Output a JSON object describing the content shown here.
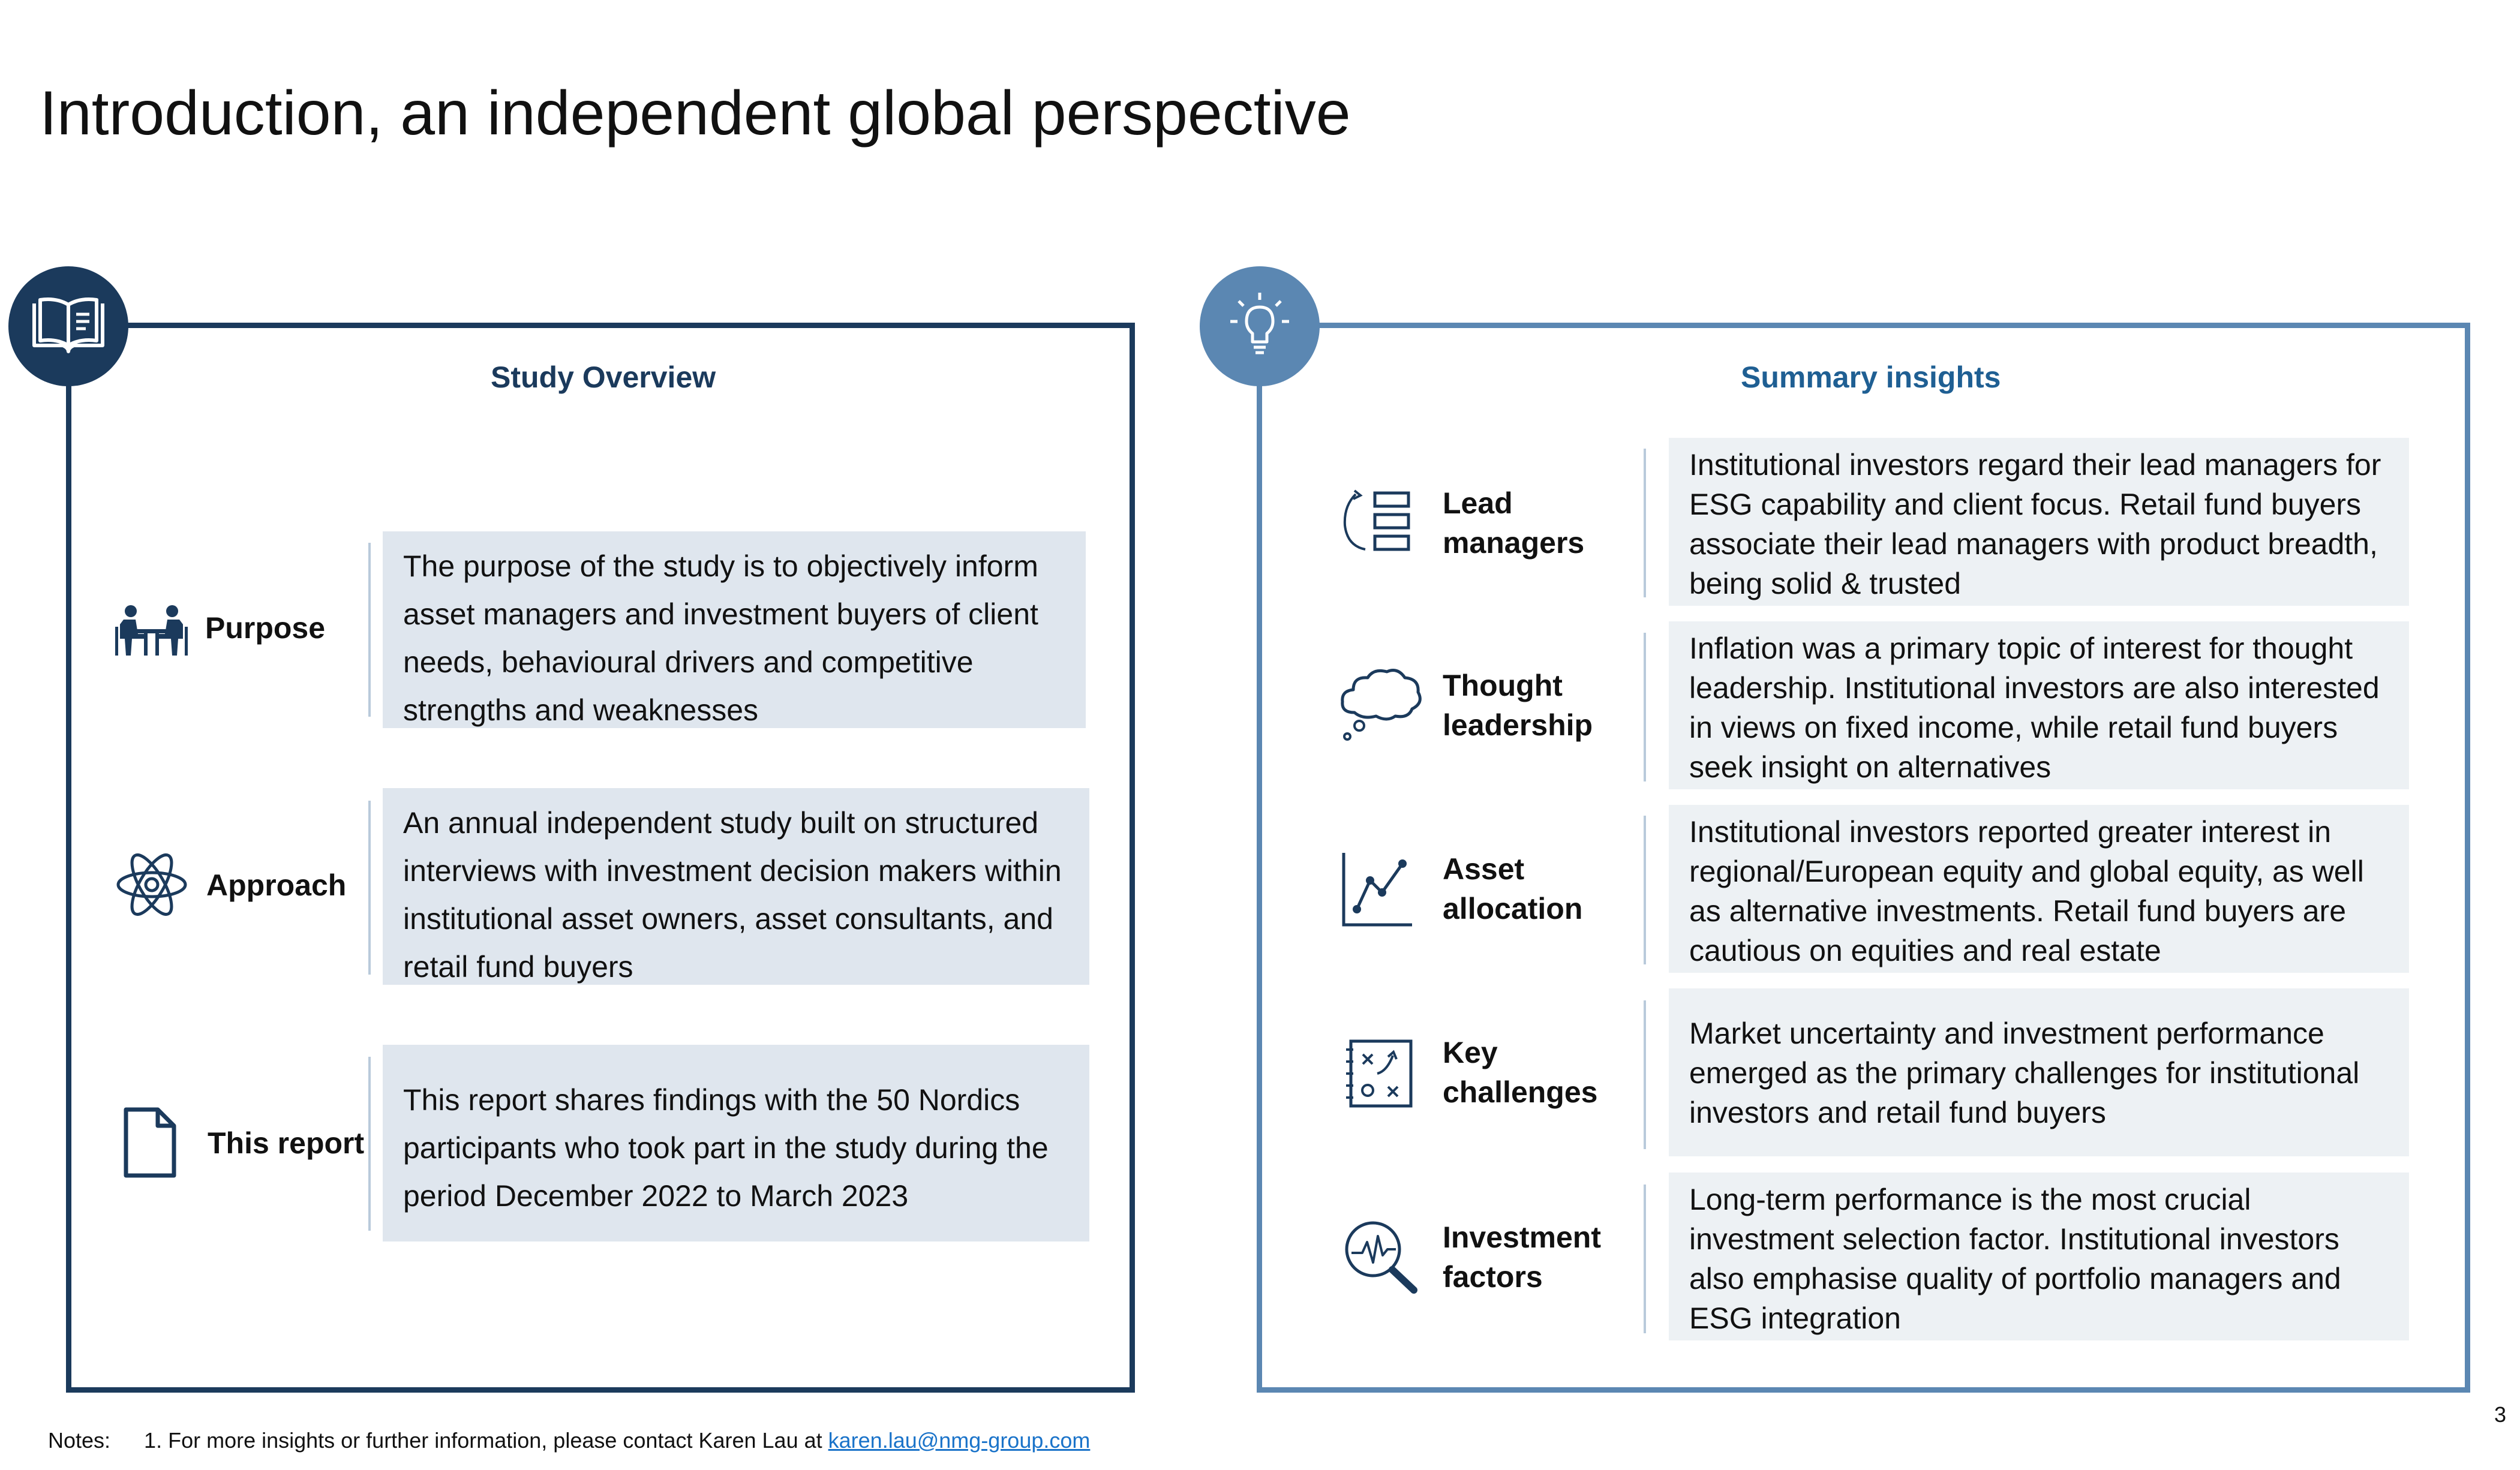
{
  "title": "Introduction, an independent global perspective",
  "overview": {
    "heading": "Study Overview",
    "icon": "book-icon",
    "rows": [
      {
        "label": "Purpose",
        "icon": "meeting-icon",
        "text": "The purpose of the study is to objectively inform asset managers and investment buyers of client needs, behavioural drivers and competitive strengths and weaknesses"
      },
      {
        "label": "Approach",
        "icon": "atom-icon",
        "text": "An annual independent study built on structured interviews with investment decision makers within institutional asset owners, asset consultants, and retail fund buyers"
      },
      {
        "label": "This report",
        "icon": "document-icon",
        "text": "This report shares findings with the 50 Nordics participants who took part in the study during the period December 2022 to March 2023"
      }
    ]
  },
  "insights": {
    "heading": "Summary insights",
    "icon": "lightbulb-icon",
    "rows": [
      {
        "label_line1": "Lead",
        "label_line2": "managers",
        "icon": "hierarchy-icon",
        "text": "Institutional investors regard their lead managers for ESG capability and client focus. Retail fund buyers associate their lead managers with product breadth, being solid & trusted"
      },
      {
        "label_line1": "Thought",
        "label_line2": "leadership",
        "icon": "thought-cloud-icon",
        "text": "Inflation was a primary topic of interest for thought leadership. Institutional investors are also interested in views on fixed income, while retail fund buyers seek insight on alternatives"
      },
      {
        "label_line1": "Asset",
        "label_line2": "allocation",
        "icon": "line-chart-icon",
        "text": "Institutional investors reported greater interest in regional/European equity and global equity, as well as alternative investments. Retail fund buyers are cautious on equities and real estate"
      },
      {
        "label_line1": "Key",
        "label_line2": "challenges",
        "icon": "strategy-board-icon",
        "text": "Market uncertainty and investment performance emerged as the primary challenges for institutional investors and retail fund buyers"
      },
      {
        "label_line1": "Investment",
        "label_line2": "factors",
        "icon": "magnifier-pulse-icon",
        "text": "Long-term performance is the most crucial investment selection factor. Institutional investors also emphasise quality of portfolio managers and ESG integration"
      }
    ]
  },
  "notes": {
    "label": "Notes:",
    "item": "1. For more insights or further information, please contact Karen Lau at",
    "email": "karen.lau@nmg-group.com"
  },
  "page_number": "3",
  "colors": {
    "navy": "#1b3a5c",
    "steel_blue": "#5b87b2",
    "box_left": "#dfe6ee",
    "box_right": "#edf1f4"
  }
}
